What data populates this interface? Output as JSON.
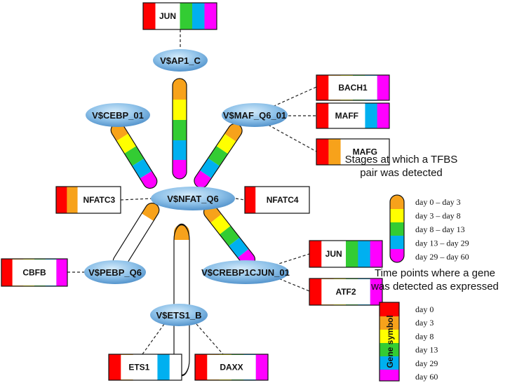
{
  "colors": {
    "red": "#ff0000",
    "orange": "#f7a21b",
    "yellow": "#ffff00",
    "green": "#33cc33",
    "blue": "#00b0f0",
    "magenta": "#ff00ff",
    "node_fill": "#5b9bd5",
    "node_highlight": "#cfe6f8"
  },
  "nodes": {
    "ap1": "V$AP1_C",
    "cebp": "V$CEBP_01",
    "maf": "V$MAF_Q6_01",
    "nfat": "V$NFAT_Q6",
    "pebp": "V$PEBP_Q6",
    "crebp": "V$CREBP1CJUN_01",
    "ets1b": "V$ETS1_B"
  },
  "genes": {
    "jun_top": "JUN",
    "bach1": "BACH1",
    "maff": "MAFF",
    "mafg": "MAFG",
    "nfatc3": "NFATC3",
    "nfatc4": "NFATC4",
    "cbfb": "CBFB",
    "jun_right": "JUN",
    "atf2": "ATF2",
    "ets1": "ETS1",
    "daxx": "DAXX"
  },
  "legend_stages": {
    "title_line1": "Stages at which a TFBS",
    "title_line2": "pair was detected",
    "rows": [
      "day   0 – day   3",
      "day   3 – day   8",
      "day   8 – day 13",
      "day 13 – day 29",
      "day 29 – day 60"
    ]
  },
  "legend_genes": {
    "title_line1": "Time points where a gene",
    "title_line2": "was detected as expressed",
    "box_label": "Gene symbol",
    "rows": [
      "day   0",
      "day   3",
      "day   8",
      "day 13",
      "day 29",
      "day 60"
    ]
  }
}
